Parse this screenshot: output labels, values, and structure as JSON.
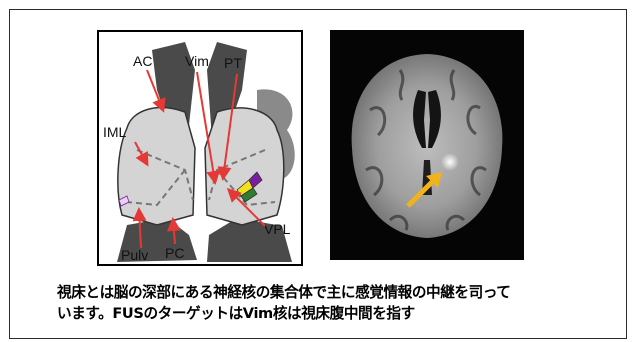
{
  "diagram": {
    "labels": {
      "ac": "AC",
      "vim": "Vim",
      "pt": "PT",
      "iml": "IML",
      "vpl": "VPL",
      "pulv": "Pulv",
      "pc": "PC"
    }
  },
  "caption": {
    "line1": "視床とは脳の深部にある神経核の集合体で主に感覚情報の中継を司って",
    "line2": "います。FUSのターゲットはVim核は視床腹中間を指す"
  },
  "colors": {
    "arrow_red": "#e53935",
    "mri_arrow": "#f2b21b",
    "vim_green": "#2e7d32",
    "pt_purple": "#7b1fa2",
    "yellow": "#f3e21b"
  }
}
